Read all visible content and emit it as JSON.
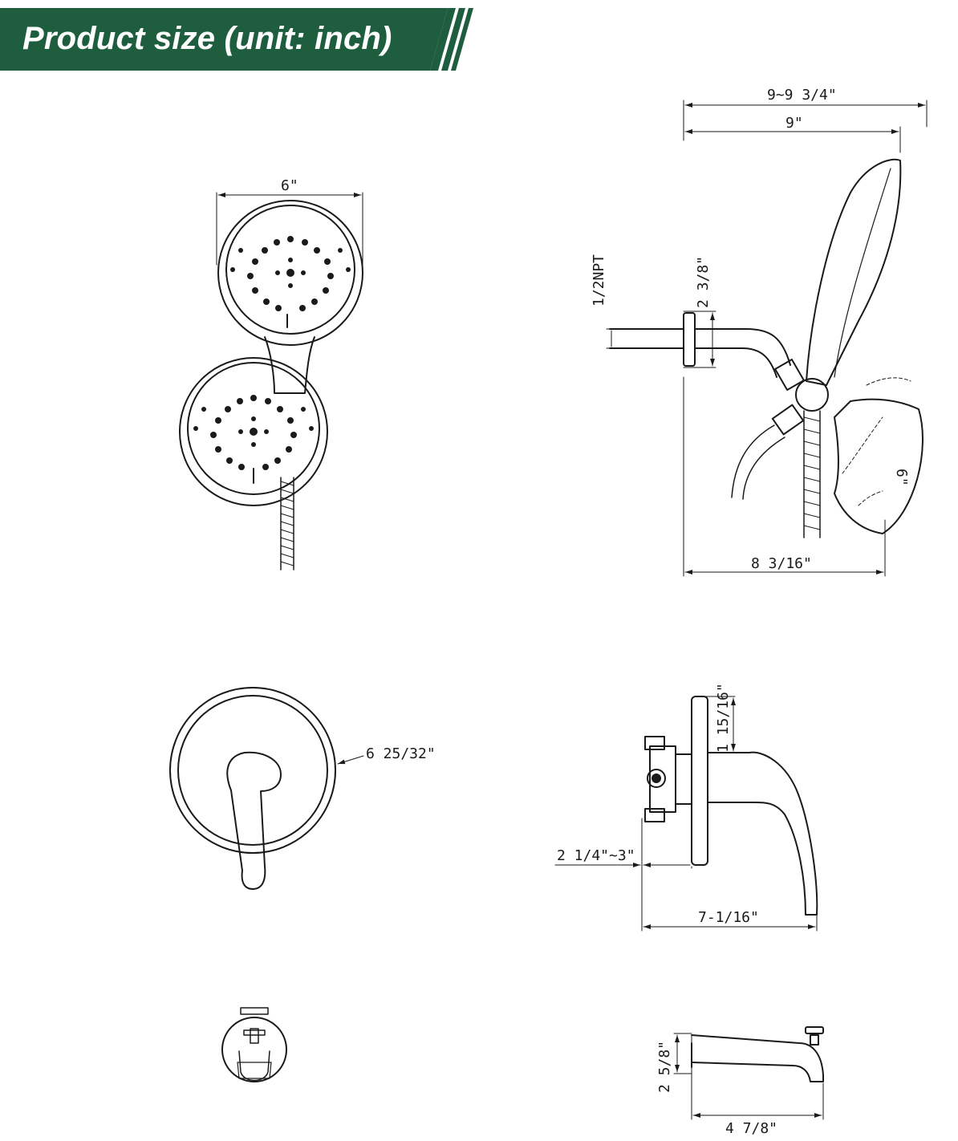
{
  "banner": {
    "title": "Product size (unit: inch)",
    "color": "#1e5e3e"
  },
  "dimensions": {
    "handshower_width": "6\"",
    "overall_depth_range": "9~9 3/4\"",
    "overall_depth": "9\"",
    "pipe_thread": "1/2NPT",
    "flange_height": "2 3/8\"",
    "rain_head_dia": "6\"",
    "bottom_depth": "8 3/16\"",
    "trim_diameter": "6 25/32\"",
    "valve_top": "1 15/16\"",
    "valve_depth_range": "2 1/4\"~3\"",
    "valve_total_depth": "7-1/16\"",
    "spout_height": "2 5/8\"",
    "spout_length": "4 7/8\""
  }
}
